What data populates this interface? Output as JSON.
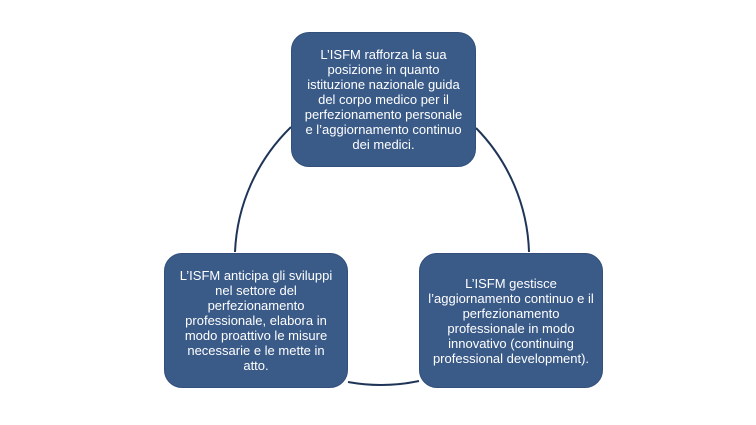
{
  "diagram": {
    "type": "cycle",
    "connector_color": "#1f3557",
    "box_color": "#3a5a88",
    "text_color": "#ffffff",
    "nodes": [
      {
        "id": "top",
        "text": "L’ISFM rafforza la sua posizione in quanto istituzione nazionale guida del corpo medico per il perfezionamento personale e l’aggiornamento continuo dei medici."
      },
      {
        "id": "right",
        "text": "L’ISFM gestisce l’aggiornamento continuo e il perfezionamento professionale in modo innovativo (continuing professional development)."
      },
      {
        "id": "left",
        "text": "L’ISFM anticipa gli sviluppi nel settore del perfezionamento professionale, elabora in modo proattivo le misure necessarie e le mette in atto."
      }
    ]
  }
}
